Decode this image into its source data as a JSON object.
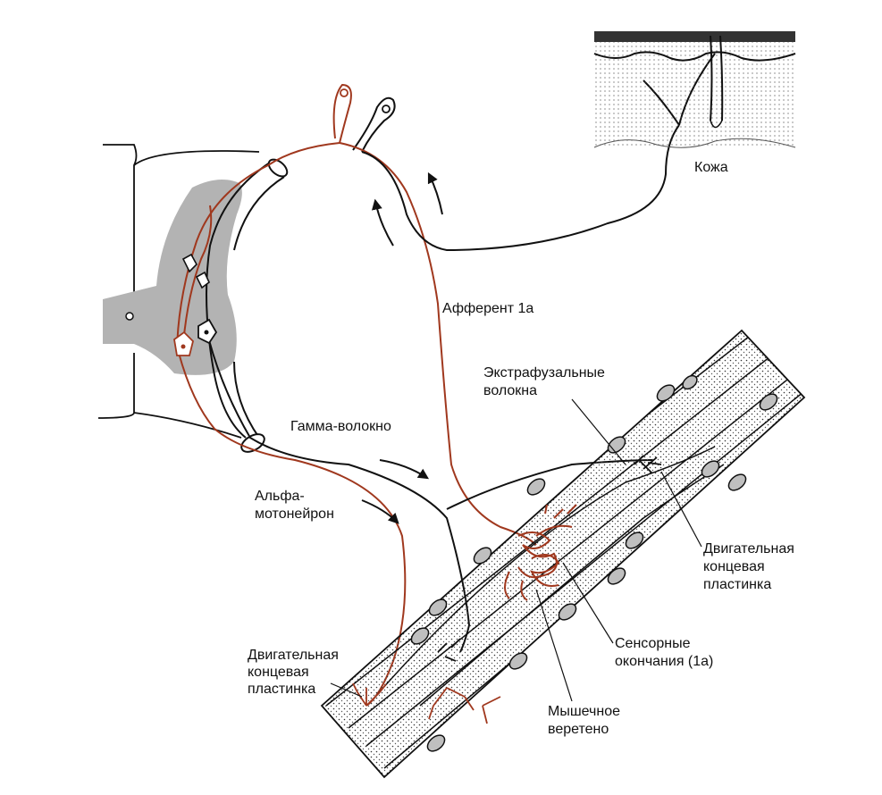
{
  "labels": {
    "skin": "Кожа",
    "afferent": "Афферент 1а",
    "extrafusal_1": "Экстрафузальные",
    "extrafusal_2": "волокна",
    "gamma": "Гамма-волокно",
    "alpha_1": "Альфа-",
    "alpha_2": "мотонейрон",
    "endplate_right_1": "Двигательная",
    "endplate_right_2": "концевая",
    "endplate_right_3": "пластинка",
    "endplate_left_1": "Двигательная",
    "endplate_left_2": "концевая",
    "endplate_left_3": "пластинка",
    "sensory_1": "Сенсорные",
    "sensory_2": "окончания  (1а)",
    "spindle_1": "Мышечное",
    "spindle_2": "веретено"
  },
  "colors": {
    "afferent_fiber": "#a0381e",
    "efferent_fiber": "#111111",
    "grey_matter": "#b3b3b3",
    "background": "#ffffff"
  }
}
